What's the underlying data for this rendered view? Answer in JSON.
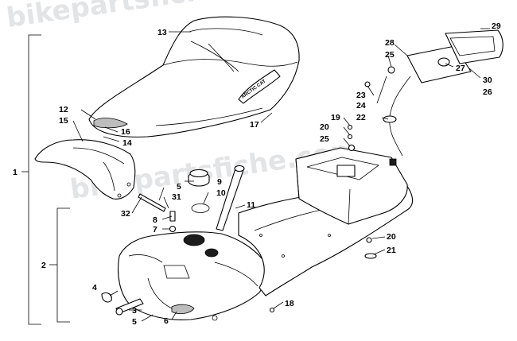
{
  "watermark": {
    "line1": "bikepartsfiche.com",
    "line2": "bikepartsfiche.com"
  },
  "seat_logo_text": "ARCTIC CAT",
  "callouts": [
    {
      "id": "c1",
      "label": "1"
    },
    {
      "id": "c2",
      "label": "2"
    },
    {
      "id": "c3",
      "label": "3"
    },
    {
      "id": "c4",
      "label": "4"
    },
    {
      "id": "c5a",
      "label": "5"
    },
    {
      "id": "c5b",
      "label": "5"
    },
    {
      "id": "c6",
      "label": "6"
    },
    {
      "id": "c7",
      "label": "7"
    },
    {
      "id": "c8",
      "label": "8"
    },
    {
      "id": "c9",
      "label": "9"
    },
    {
      "id": "c10",
      "label": "10"
    },
    {
      "id": "c11",
      "label": "11"
    },
    {
      "id": "c12",
      "label": "12"
    },
    {
      "id": "c13",
      "label": "13"
    },
    {
      "id": "c14",
      "label": "14"
    },
    {
      "id": "c15",
      "label": "15"
    },
    {
      "id": "c16",
      "label": "16"
    },
    {
      "id": "c17",
      "label": "17"
    },
    {
      "id": "c18",
      "label": "18"
    },
    {
      "id": "c19",
      "label": "19"
    },
    {
      "id": "c20a",
      "label": "20"
    },
    {
      "id": "c20b",
      "label": "20"
    },
    {
      "id": "c21",
      "label": "21"
    },
    {
      "id": "c22",
      "label": "22"
    },
    {
      "id": "c23",
      "label": "23"
    },
    {
      "id": "c24",
      "label": "24"
    },
    {
      "id": "c25a",
      "label": "25"
    },
    {
      "id": "c25b",
      "label": "25"
    },
    {
      "id": "c26",
      "label": "26"
    },
    {
      "id": "c27",
      "label": "27"
    },
    {
      "id": "c28",
      "label": "28"
    },
    {
      "id": "c29",
      "label": "29"
    },
    {
      "id": "c30",
      "label": "30"
    },
    {
      "id": "c31",
      "label": "31"
    },
    {
      "id": "c32",
      "label": "32"
    }
  ]
}
